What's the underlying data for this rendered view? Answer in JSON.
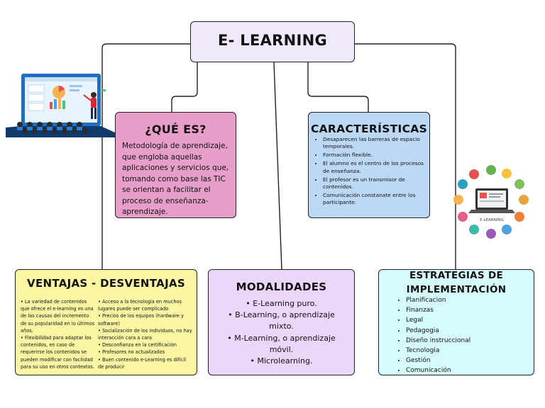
{
  "title": "E- LEARNING",
  "que_es": {
    "heading": "¿QUÉ ES?",
    "text": "Metodología de aprendizaje, que engloba aquellas aplicaciones y servicios que, tomando como base las TIC se orientan a facilitar el proceso de enseñanza-aprendizaje."
  },
  "caracteristicas": {
    "heading": "CARACTERÍSTICAS",
    "items": [
      "Desaparecen las barreras de espacio temporales.",
      "Formación flexible.",
      "El alumno es el centro de los procesos de enseñanza.",
      "El profesor es un transmisor de contenidos.",
      "Comunicación constanate entre los participante."
    ]
  },
  "ventajas": {
    "heading": "VENTAJAS - DESVENTAJAS",
    "left": [
      "• La variedad de contenidos que ofrece el e-learning es una de las causas del incremento de su popularidad en lo últimos años.",
      "• Flexibilidad para adaptar los contenidos, en caso de requerirse los contenidos se pueden modificar con facilidad para su uso en otros contextos."
    ],
    "right": [
      "• Acceso a la tecnología en muchos lugares puede ser complicado",
      "• Precios de los equipos (hardware y software)",
      "• Socialización de los individuos, no hay interacción cara a cara",
      "• Desconfianza en la certificación",
      "• Profesores no actualizados",
      "• Buen contenido e-Learning es difícil de producir"
    ]
  },
  "modalidades": {
    "heading": "MODALIDADES",
    "items": [
      "• E-Learning puro.",
      "• B-Learning, o aprendizaje mixto.",
      "• M-Learning, o aprendizaje móvil.",
      "• Microlearning."
    ]
  },
  "estrategias": {
    "heading": "ESTRATEGIAS DE IMPLEMENTACIÓN",
    "items": [
      "Planificacion",
      "Finanzas",
      "Legal",
      "Pedagogia",
      "Diseño instruccional",
      "Tecnologia",
      "Gestión",
      "Comunicación"
    ]
  },
  "illustration_label": "E-LEARNING",
  "colors": {
    "que_es": "#e79fc9",
    "caracteristicas": "#bcd8f5",
    "ventajas": "#fbf6a4",
    "modalidades": "#ecd5fa",
    "estrategias": "#d6fbfc",
    "title": "#f1e9fb"
  }
}
